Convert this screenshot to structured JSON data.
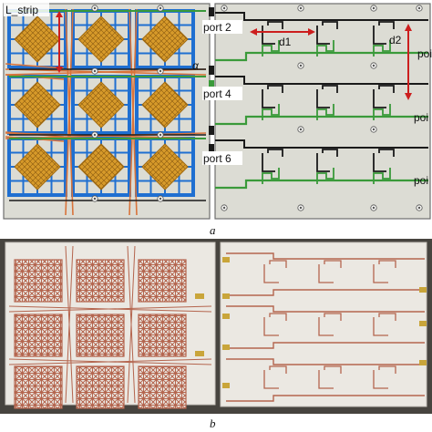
{
  "panel_a": {
    "caption": "a",
    "left": {
      "strip_label": "L_strip",
      "angle_label": "α"
    },
    "right": {
      "ports": [
        "port 2",
        "port 4",
        "port 6"
      ],
      "ports_cut": [
        "poi",
        "poi",
        "poi"
      ],
      "dimension_d1": "d1",
      "dimension_d2": "d2"
    }
  },
  "panel_b": {
    "caption": "b"
  },
  "colors": {
    "board": "#dcdcd4",
    "board_border": "#6e6e6e",
    "patch_blue": "#1f6fd1",
    "patch_gold": "#d79a2a",
    "strip_orange": "#d8733a",
    "feed_green": "#3a9a3a",
    "trace_black": "#1a1a1a",
    "dimension_red": "#cc1e1e",
    "photo_board": "#ebe8e2",
    "copper": "#b4654e"
  },
  "icons": {
    "connector": "port-connector-icon",
    "screw": "screw-hole-icon"
  }
}
